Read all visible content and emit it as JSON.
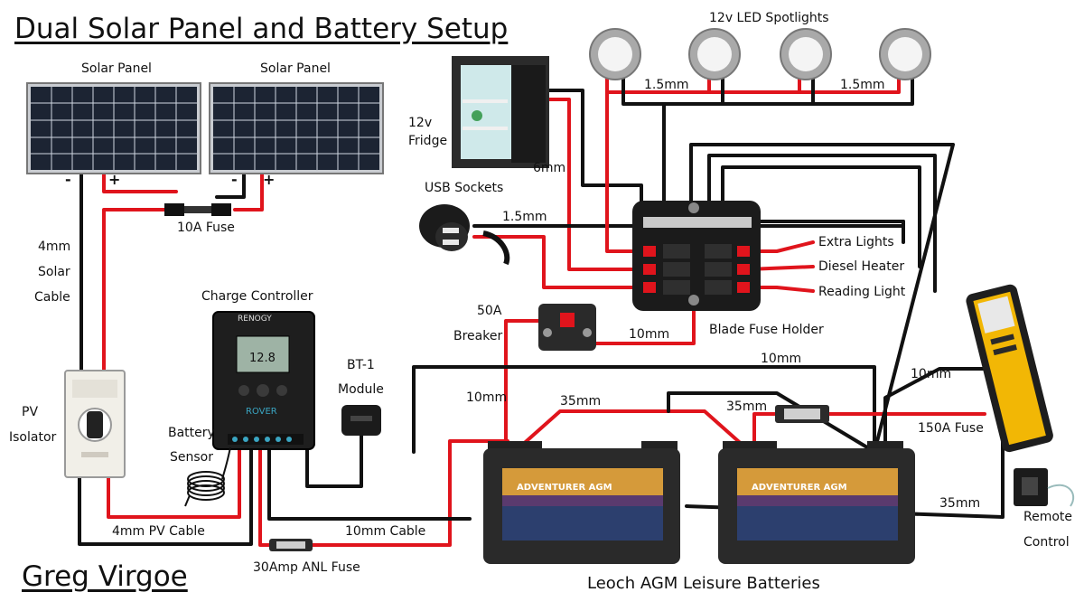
{
  "title": "Dual Solar Panel and Battery Setup",
  "author": "Greg Virgoe",
  "colors": {
    "positive_wire": "#e0141c",
    "negative_wire": "#111111",
    "battery_body": "#2a2a2a",
    "controller_body": "#1e1e1e",
    "power_bank_accent": "#f2b705",
    "solar_cell": "#1c2433"
  },
  "components": {
    "solar_panel_1": "Solar Panel",
    "solar_panel_2": "Solar Panel",
    "fuse_10a": "10A Fuse",
    "solar_cable_line1": "4mm",
    "solar_cable_line2": "Solar",
    "solar_cable_line3": "Cable",
    "pv_isolator_line1": "PV",
    "pv_isolator_line2": "Isolator",
    "charge_controller": "Charge Controller",
    "controller_display": "12.8",
    "controller_brand": "RENOGY",
    "controller_model": "ROVER",
    "bt1_line1": "BT-1",
    "bt1_line2": "Module",
    "battery_sensor_line1": "Battery",
    "battery_sensor_line2": "Sensor",
    "pv_cable": "4mm PV Cable",
    "cable_10mm_label": "10mm Cable",
    "anl_fuse": "30Amp ANL Fuse",
    "fridge_line1": "12v",
    "fridge_line2": "Fridge",
    "fridge_wire": "6mm",
    "usb_sockets": "USB Sockets",
    "usb_wire": "1.5mm",
    "spotlights": "12v LED Spotlights",
    "spot_wire_left": "1.5mm",
    "spot_wire_right": "1.5mm",
    "extra_lights": "Extra Lights",
    "diesel_heater": "Diesel Heater",
    "reading_light": "Reading Light",
    "blade_fuse_holder": "Blade Fuse Holder",
    "breaker_line1": "50A",
    "breaker_line2": "Breaker",
    "breaker_wire": "10mm",
    "controller_battery_wire": "10mm",
    "fuse_holder_neg_wire": "10mm",
    "inverter_wire": "10mm",
    "battery_link_left": "35mm",
    "battery_link_right": "35mm",
    "fuse_150a": "150A Fuse",
    "inverter_neg_wire": "35mm",
    "remote_line1": "Remote",
    "remote_line2": "Control",
    "batteries": "Leoch AGM Leisure Batteries",
    "battery_brand": "ADVENTURER AGM",
    "panel_neg": "-",
    "panel_pos": "+"
  }
}
